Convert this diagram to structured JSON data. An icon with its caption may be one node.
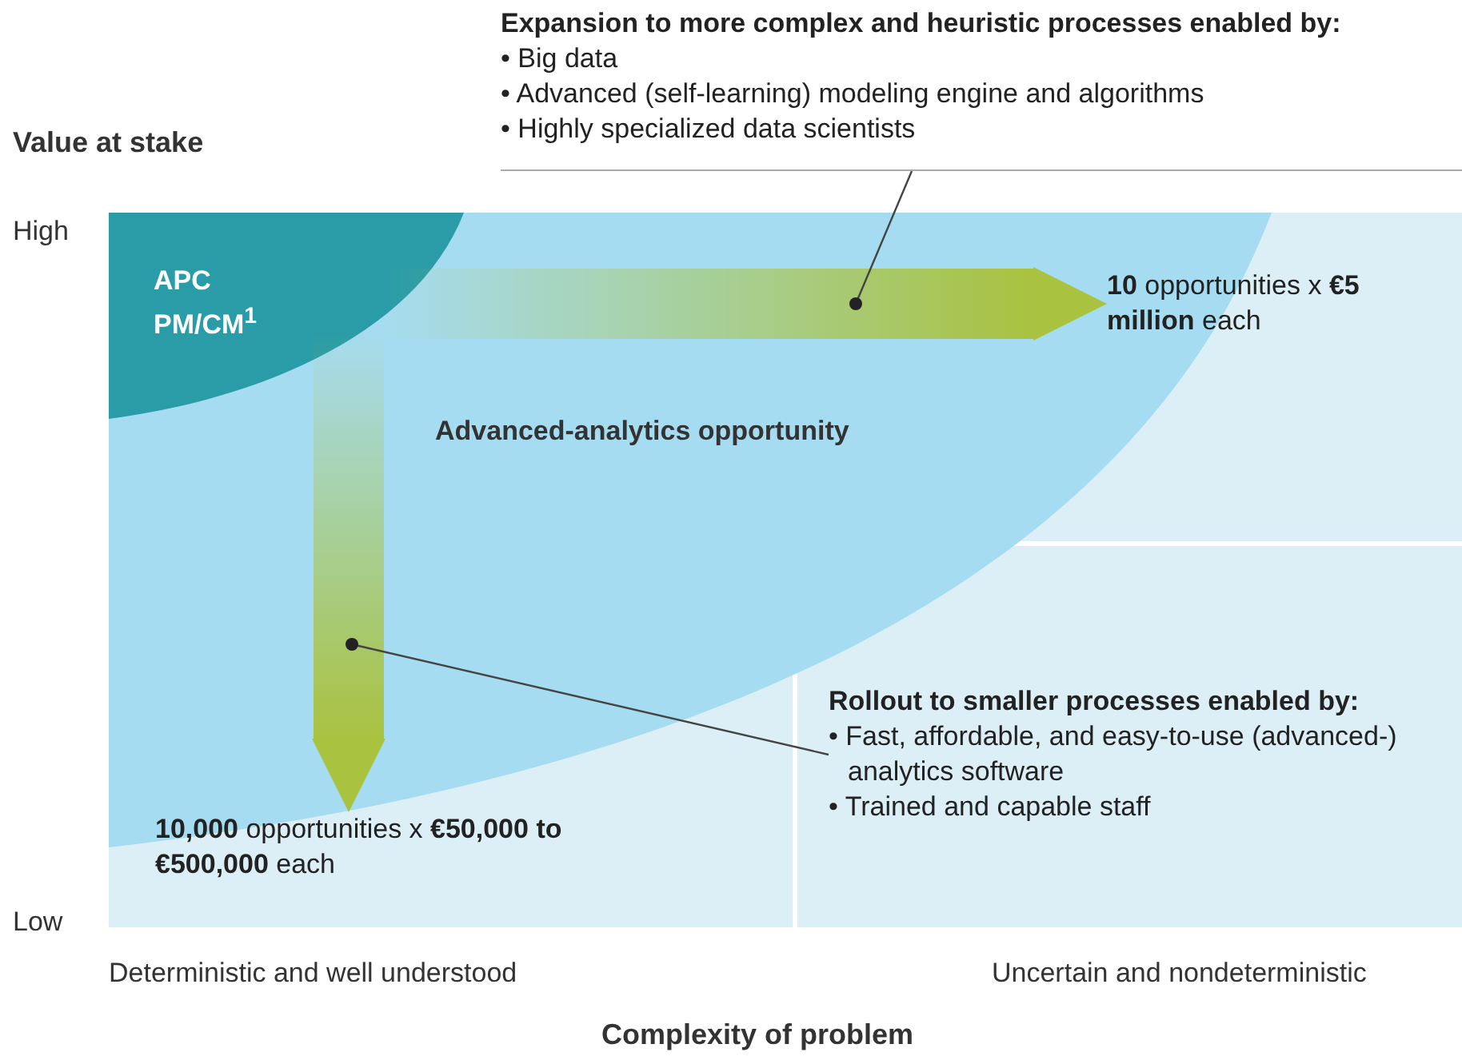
{
  "diagram": {
    "nodes": [
      {
        "text": [
          "Expansion to more complex and heuristic processes enabled by:",
          "• Big data",
          "• Advanced (self-learning) modeling engine and algorithms",
          "• Highly specialized data scientists"
        ]
      },
      {
        "text": [
          "APC PM/CM$^{1}$"
        ],
        "in": 2
      },
      {
        "text": [
          "Advanced-analytics opportunity"
        ]
      },
      {
        "text": [
          "**10** opportunities x **€5 million** each"
        ]
      },
      {
        "text": [
          "**10,000** opportunities x **€50,000 to €500,000** each"
        ]
      },
      {
        "text": [
          "Rollout to smaller processes enabled by:",
          "• Fast, affordable, and easy-to-use (advanced-) analytics software",
          "• Trained and capable staff"
        ]
      }
    ],
    "edges": [
      {
        "from": 1,
        "to": 3,
        "arrow": "to",
        "style": "thick",
        "color": "#a9c23f"
      },
      {
        "from": 1,
        "to": 4,
        "arrow": "to",
        "style": "thick",
        "color": "#a9c23f"
      },
      {
        "from": 0,
        "to": 2,
        "arrow": "other"
      },
      {
        "from": 5,
        "to": 2,
        "arrow": "other"
      }
    ],
    "labels": [
      "Value at stake",
      "High",
      "Low",
      "Deterministic and well understood",
      "Uncertain and nondeterministic",
      "Complexity of problem"
    ]
  }
}
